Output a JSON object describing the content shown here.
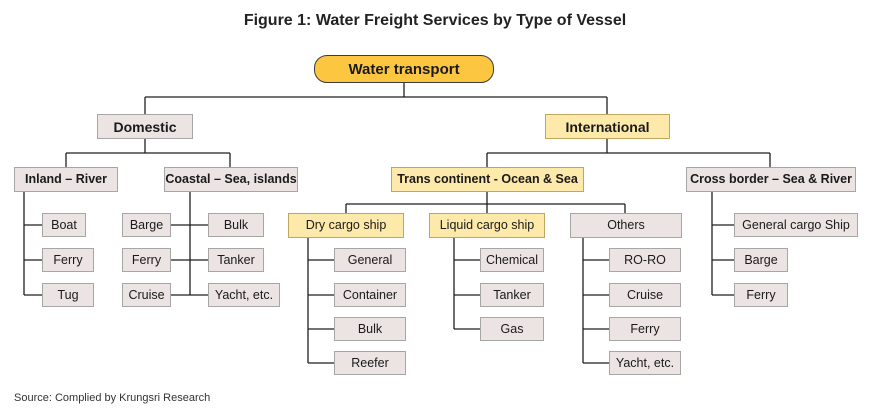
{
  "title": "Figure 1: Water Freight Services by Type of Vessel",
  "root": "Water transport",
  "domestic": {
    "label": "Domestic",
    "inland": {
      "label": "Inland – River",
      "items": [
        "Boat",
        "Ferry",
        "Tug"
      ]
    },
    "coastal": {
      "label": "Coastal – Sea, islands",
      "left_items": [
        "Barge",
        "Ferry",
        "Cruise"
      ],
      "right_items": [
        "Bulk",
        "Tanker",
        "Yacht, etc."
      ]
    }
  },
  "international": {
    "label": "International",
    "trans": {
      "label": "Trans continent -  Ocean & Sea",
      "dry": {
        "label": "Dry cargo ship",
        "items": [
          "General",
          "Container",
          "Bulk",
          "Reefer"
        ]
      },
      "liquid": {
        "label": "Liquid cargo ship",
        "items": [
          "Chemical",
          "Tanker",
          "Gas"
        ]
      },
      "others": {
        "label": "Others",
        "items": [
          "RO-RO",
          "Cruise",
          "Ferry",
          "Yacht, etc."
        ]
      }
    },
    "cross": {
      "label": "Cross border – Sea & River",
      "items": [
        "General cargo Ship",
        "Barge",
        "Ferry"
      ]
    }
  },
  "source": "Source:  Complied by Krungsri Research"
}
